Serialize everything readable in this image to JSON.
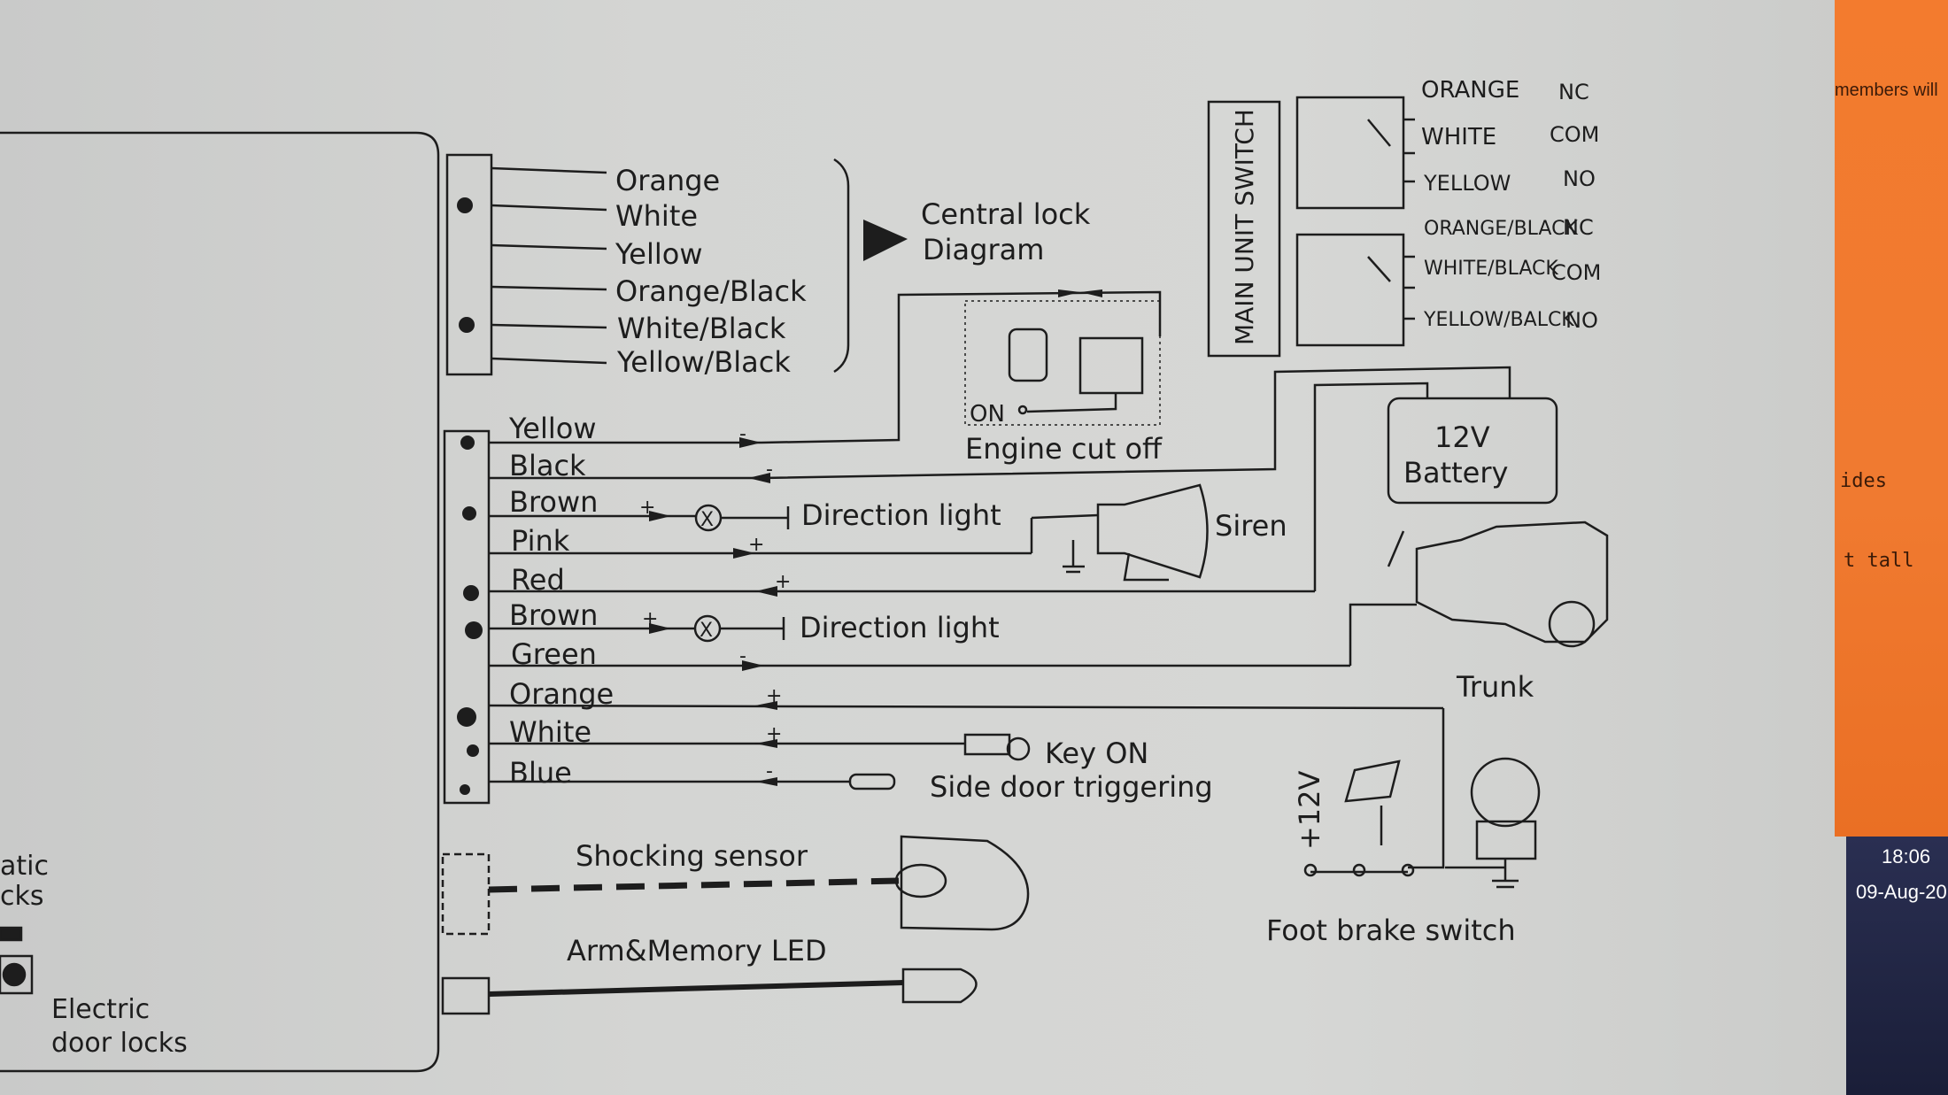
{
  "left_box": {
    "partial_label_1": "atic",
    "partial_label_2": "cks",
    "electric_locks": [
      "Electric",
      "door locks"
    ]
  },
  "central_lock": {
    "wires": [
      "Orange",
      "White",
      "Yellow",
      "Orange/Black",
      "White/Black",
      "Yellow/Black"
    ],
    "label": [
      "Central lock",
      "Diagram"
    ]
  },
  "main_unit_switch": {
    "label": "MAIN UNIT SWITCH",
    "relay1": [
      {
        "color": "ORANGE",
        "contact": "NC"
      },
      {
        "color": "WHITE",
        "contact": "COM"
      },
      {
        "color": "YELLOW",
        "contact": "NO"
      }
    ],
    "relay2": [
      {
        "color": "ORANGE/BLACK",
        "contact": "NC"
      },
      {
        "color": "WHITE/BLACK",
        "contact": "COM"
      },
      {
        "color": "YELLOW/BALCK",
        "contact": "NO"
      }
    ]
  },
  "main_wires": [
    "Yellow",
    "Black",
    "Brown",
    "Pink",
    "Red",
    "Brown",
    "Green",
    "Orange",
    "White",
    "Blue"
  ],
  "polarity": [
    "-",
    "-",
    "+",
    "+",
    "+",
    "+",
    "-",
    "+",
    "+",
    "-"
  ],
  "components": {
    "engine_cut_on": "ON",
    "engine_cut_off": "Engine cut off",
    "direction_light": "Direction light",
    "siren": "Siren",
    "battery": [
      "12V",
      "Battery"
    ],
    "trunk": "Trunk",
    "key_on": "Key ON",
    "side_door": "Side door triggering",
    "plus12v": "+12V",
    "foot_brake": "Foot brake switch",
    "shocking_sensor": "Shocking sensor",
    "arm_led": "Arm&Memory LED",
    "lamp_x": "X"
  },
  "orange_panel": {
    "text1": "members will",
    "text2": "ides",
    "text3": "t tall"
  },
  "taskbar": {
    "time": "18:06",
    "date": "09-Aug-20"
  },
  "colors": {
    "paper": "#d4d5d3",
    "ink": "#1d1d1d",
    "orange": "#f07a30",
    "taskbar": "#1d2140"
  }
}
